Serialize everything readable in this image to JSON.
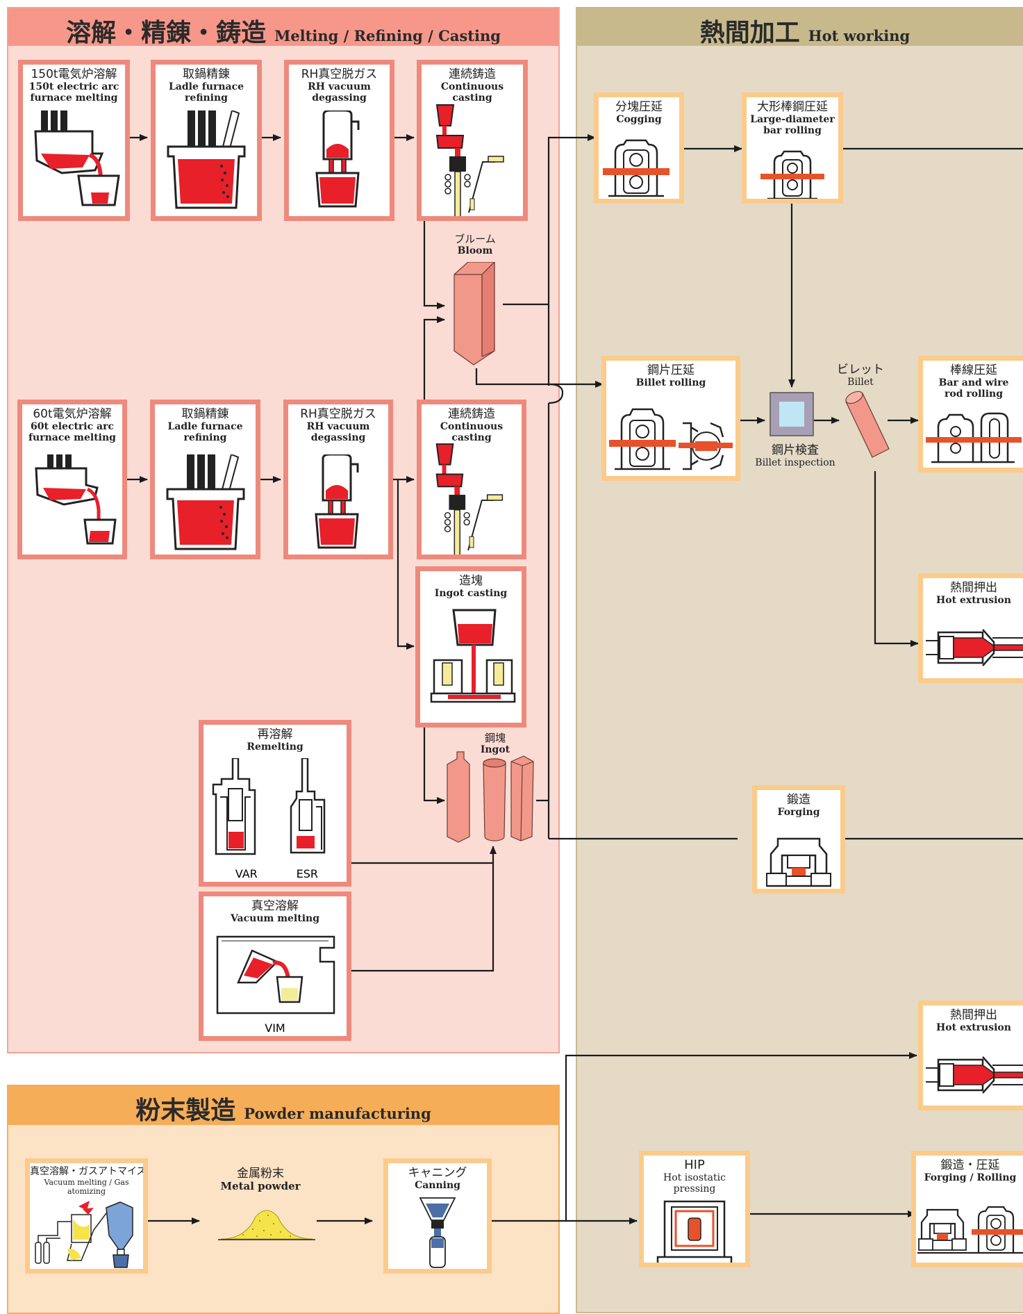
{
  "colors": {
    "melting_panel": "#fbdcd4",
    "melting_header": "#f6978a",
    "hot_panel": "#e4dac6",
    "hot_header": "#c8b98c",
    "powder_panel": "#fde3c6",
    "powder_header": "#f6ad58",
    "red_border": "#ee8a7d",
    "tan_border": "#fbcb8c",
    "molten": "#e8202a",
    "product_fill": "#f2988a"
  },
  "sections": {
    "melting": {
      "title_jp": "溶解・精錬・鋳造",
      "title_en": "Melting / Refining / Casting"
    },
    "hot": {
      "title_jp": "熱間加工",
      "title_en": "Hot working"
    },
    "powder": {
      "title_jp": "粉末製造",
      "title_en": "Powder manufacturing"
    }
  },
  "processes": {
    "eaf150": {
      "jp": "150t電気炉溶解",
      "en": "150t electric arc\nfurnace melting"
    },
    "ladle1": {
      "jp": "取鍋精錬",
      "en": "Ladle furnace\nrefining"
    },
    "rh1": {
      "jp": "RH真空脱ガス",
      "en": "RH vacuum\ndegassing"
    },
    "cc1": {
      "jp": "連続鋳造",
      "en": "Continuous casting"
    },
    "eaf60": {
      "jp": "60t電気炉溶解",
      "en": "60t electric arc\nfurnace melting"
    },
    "ladle2": {
      "jp": "取鍋精錬",
      "en": "Ladle furnace\nrefining"
    },
    "rh2": {
      "jp": "RH真空脱ガス",
      "en": "RH vacuum\ndegassing"
    },
    "cc2": {
      "jp": "連続鋳造",
      "en": "Continuous casting"
    },
    "ingot_casting": {
      "jp": "造塊",
      "en": "Ingot casting"
    },
    "remelting": {
      "jp": "再溶解",
      "en": "Remelting",
      "var": "VAR",
      "esr": "ESR"
    },
    "vacuum_melting": {
      "jp": "真空溶解",
      "en": "Vacuum melting",
      "vim": "VIM"
    },
    "cogging": {
      "jp": "分塊圧延",
      "en": "Cogging"
    },
    "large_bar": {
      "jp": "大形棒鋼圧延",
      "en": "Large-diameter\nbar rolling"
    },
    "billet_rolling": {
      "jp": "鋼片圧延",
      "en": "Billet rolling"
    },
    "bar_wire": {
      "jp": "棒線圧延",
      "en": "Bar and wire\nrod rolling"
    },
    "hot_extrusion1": {
      "jp": "熱間押出",
      "en": "Hot extrusion"
    },
    "forging": {
      "jp": "鍛造",
      "en": "Forging"
    },
    "hot_extrusion2": {
      "jp": "熱間押出",
      "en": "Hot extrusion"
    },
    "forging_rolling": {
      "jp": "鍛造・圧延",
      "en": "Forging / Rolling"
    },
    "hip": {
      "jp": "HIP",
      "en": "Hot isostatic pressing"
    },
    "atomizing": {
      "jp": "真空溶解・ガスアトマイズ",
      "en": "Vacuum melting / Gas atomizing"
    },
    "canning": {
      "jp": "キャニング",
      "en": "Canning"
    }
  },
  "products": {
    "bloom": {
      "jp": "ブルーム",
      "en": "Bloom"
    },
    "billet": {
      "jp": "ビレット",
      "en": "Billet"
    },
    "billet_inspection": {
      "jp": "鋼片検査",
      "en": "Billet inspection"
    },
    "ingot": {
      "jp": "鋼塊",
      "en": "Ingot"
    },
    "metal_powder": {
      "jp": "金属粉末",
      "en": "Metal powder"
    }
  }
}
